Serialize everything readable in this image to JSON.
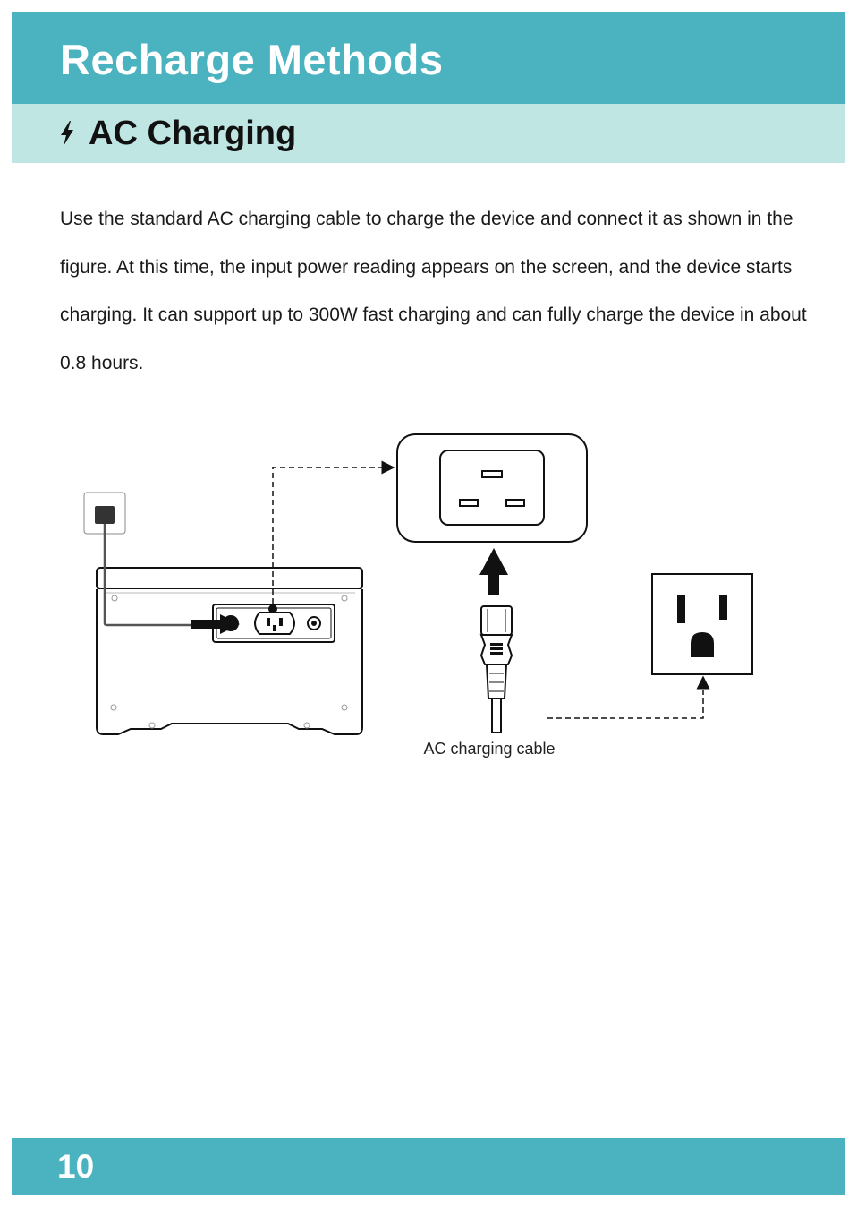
{
  "header": {
    "title": "Recharge Methods"
  },
  "section": {
    "title": "AC Charging",
    "icon": "lightning-bolt-icon"
  },
  "body": {
    "paragraph": "Use the standard AC charging cable to charge the device and connect it as shown in the figure. At this time, the input power reading appears on the screen, and the device starts charging. It can support up to 300W fast charging and can fully charge the device in about 0.8 hours."
  },
  "diagram": {
    "cable_label": "AC charging cable"
  },
  "footer": {
    "page_number": "10"
  },
  "colors": {
    "accent": "#4bb3bf",
    "accent_light": "#bfe6e2"
  }
}
